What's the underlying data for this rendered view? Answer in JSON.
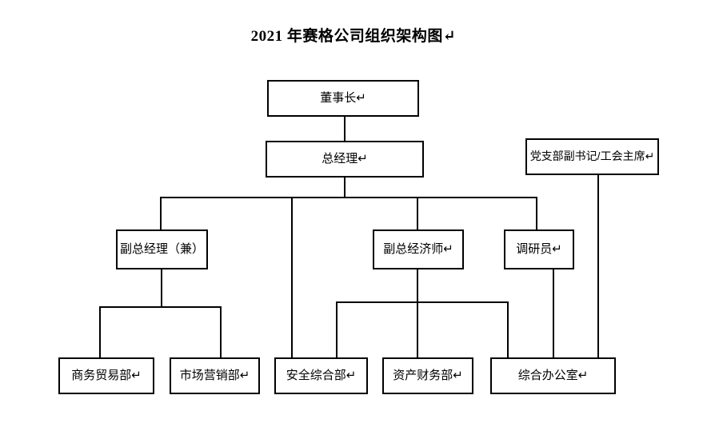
{
  "title": "2021 年赛格公司组织架构图↵",
  "nodes": {
    "chairman": {
      "label": "董事长↵"
    },
    "general_manager": {
      "label": "总经理↵"
    },
    "party_secretary": {
      "label": "党支部副书记/工会主席↵"
    },
    "deputy_gm": {
      "label": "副总经理（兼）"
    },
    "deputy_economist": {
      "label": "副总经济师↵"
    },
    "researcher": {
      "label": "调研员↵"
    },
    "business_trade": {
      "label": "商务贸易部↵"
    },
    "marketing": {
      "label": "市场营销部↵"
    },
    "safety": {
      "label": "安全综合部↵"
    },
    "asset_finance": {
      "label": "资产财务部↵"
    },
    "general_office": {
      "label": "综合办公室↵"
    }
  },
  "colors": {
    "line": "#000000",
    "box_fill": "#ffffff",
    "text": "#000000",
    "background": "#ffffff"
  }
}
